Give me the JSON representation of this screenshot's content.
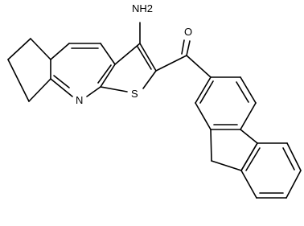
{
  "molecule": {
    "atoms": {
      "amine": "NH2",
      "nitrogen": "N",
      "sulfur": "S",
      "oxygen": "O"
    }
  }
}
